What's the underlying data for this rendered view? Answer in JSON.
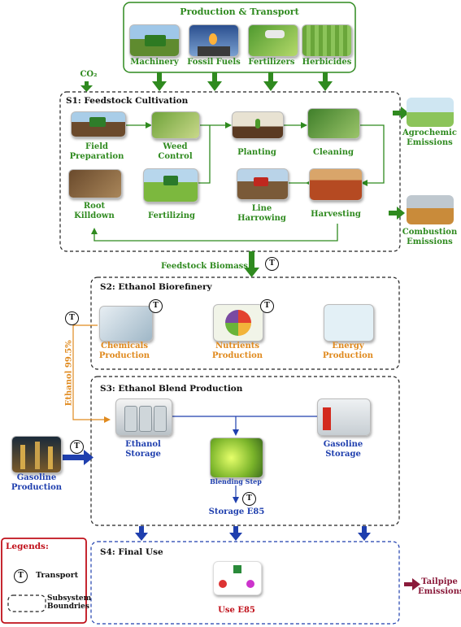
{
  "production": {
    "title": "Production & Transport",
    "items": [
      "Machinery",
      "Fossil Fuels",
      "Fertilizers",
      "Herbicides"
    ]
  },
  "co2": "CO₂",
  "s1": {
    "title": "S1: Feedstock Cultivation",
    "field_preparation": "Field Preparation",
    "weed_control": "Weed Control",
    "planting": "Planting",
    "cleaning": "Cleaning",
    "root_killdown": "Root Killdown",
    "fertilizing": "Fertilizing",
    "line_harrowing": "Line Harrowing",
    "harvesting": "Harvesting"
  },
  "agrochemic_emissions": "Agrochemic Emissions",
  "combustion_emissions": "Combustion Emissions",
  "feedstock_biomass": "Feedstock Biomass",
  "s2": {
    "title": "S2: Ethanol Biorefinery",
    "chemicals": "Chemicals Production",
    "nutrients": "Nutrients Production",
    "energy": "Energy Production"
  },
  "ethanol_label": "Ethanol 99.5%",
  "s3": {
    "title": "S3: Ethanol Blend Production",
    "ethanol_storage": "Ethanol Storage",
    "gasoline_storage": "Gasoline Storage",
    "blending_step": "Blending Step",
    "storage_e85": "Storage E85"
  },
  "gasoline_production": "Gasoline Production",
  "s4": {
    "title": "S4: Final Use",
    "use_e85": "Use E85"
  },
  "tailpipe_emissions": "Tailpipe Emissions",
  "legend": {
    "title": "Legends:",
    "transport": "Transport",
    "subsystem": "Subsystem Boundries"
  },
  "t_symbol": "T",
  "colors": {
    "green": "#2f8a1f",
    "blue": "#1f3fae",
    "orange": "#e08a1e",
    "maroon": "#8a1a3a"
  }
}
